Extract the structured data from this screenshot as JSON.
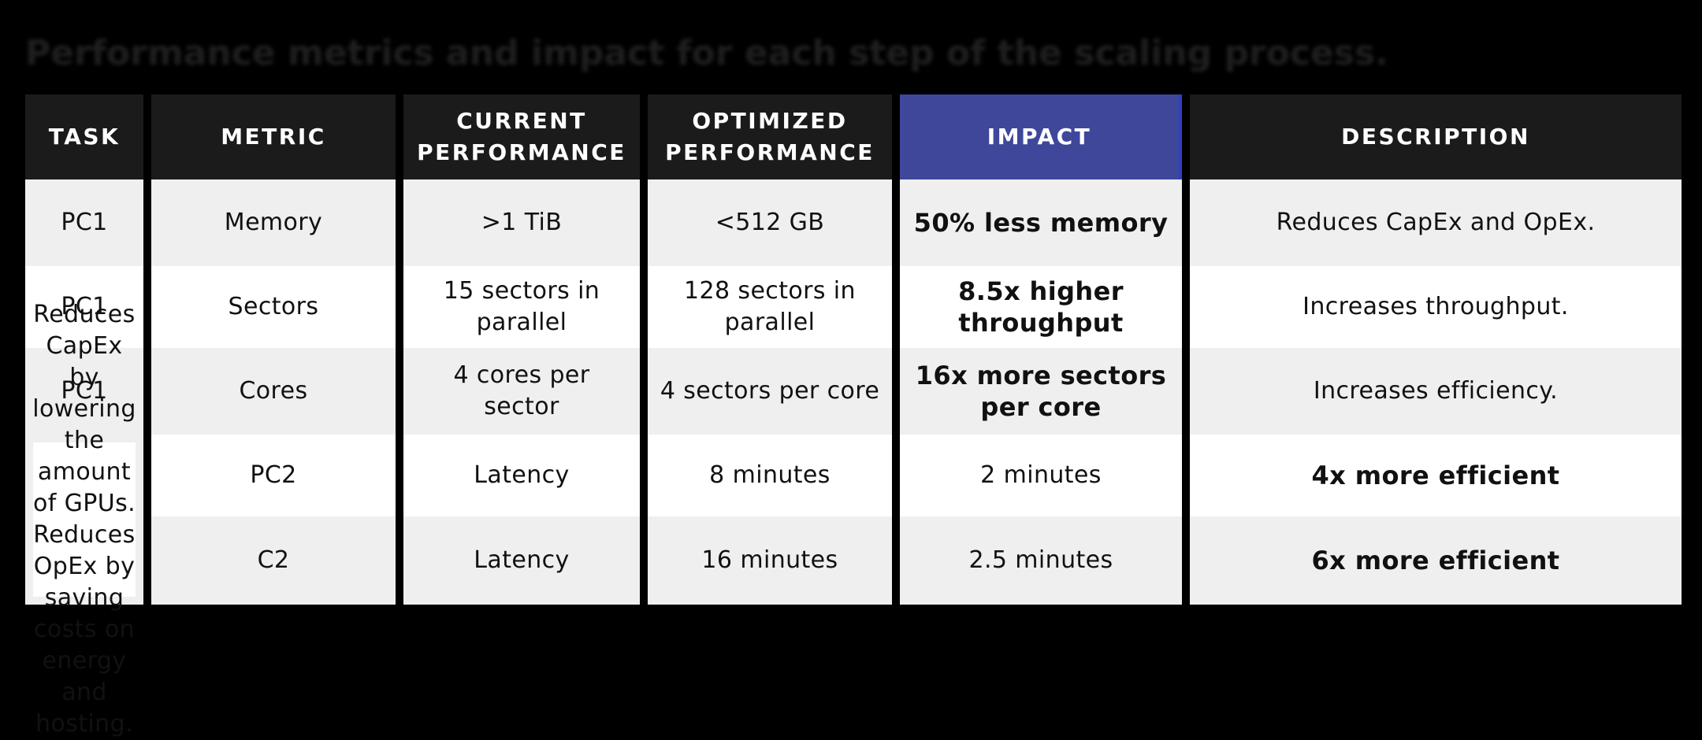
{
  "title": "Performance metrics and impact for each step of the scaling process.",
  "colors": {
    "background": "#000000",
    "header_bg": "#1b1b1b",
    "header_text": "#ffffff",
    "impact_header_bg": "#3f479a",
    "row_shaded": "#efefef",
    "row_light": "#ffffff"
  },
  "headers": {
    "task": "TASK",
    "metric": "METRIC",
    "current": "CURRENT PERFORMANCE",
    "optimized": "OPTIMIZED PERFORMANCE",
    "impact": "IMPACT",
    "description": "DESCRIPTION"
  },
  "rows": [
    {
      "task": "PC1",
      "metric": "Memory",
      "current": ">1 TiB",
      "optimized": "<512 GB",
      "impact": "50% less memory",
      "description": "Reduces CapEx and OpEx."
    },
    {
      "task": "PC1",
      "metric": "Sectors",
      "current": "15 sectors in parallel",
      "optimized": "128 sectors in parallel",
      "impact": "8.5x higher throughput",
      "description": "Increases throughput."
    },
    {
      "task": "PC1",
      "metric": "Cores",
      "current": "4 cores per sector",
      "optimized": "4 sectors per core",
      "impact": "16x more sectors per core",
      "description": "Increases efficiency."
    },
    {
      "task": "PC2",
      "metric": "Latency",
      "current": "8 minutes",
      "optimized": "2 minutes",
      "impact": "4x more efficient"
    },
    {
      "task": "C2",
      "metric": "Latency",
      "current": "16 minutes",
      "optimized": "2.5 minutes",
      "impact": "6x more efficient"
    }
  ],
  "merged_description": "Reduces CapEx by lowering the amount of GPUs. Reduces OpEx by saving costs on energy and hosting."
}
